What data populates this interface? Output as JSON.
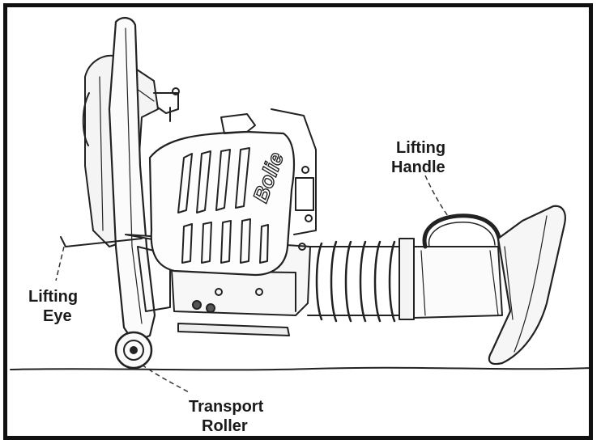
{
  "brand": "Bolie",
  "labels": {
    "lifting_eye": {
      "line1": "Lifting",
      "line2": "Eye"
    },
    "lifting_handle": {
      "line1": "Lifting",
      "line2": "Handle"
    },
    "transport_roller": {
      "line1": "Transport",
      "line2": "Roller"
    }
  }
}
